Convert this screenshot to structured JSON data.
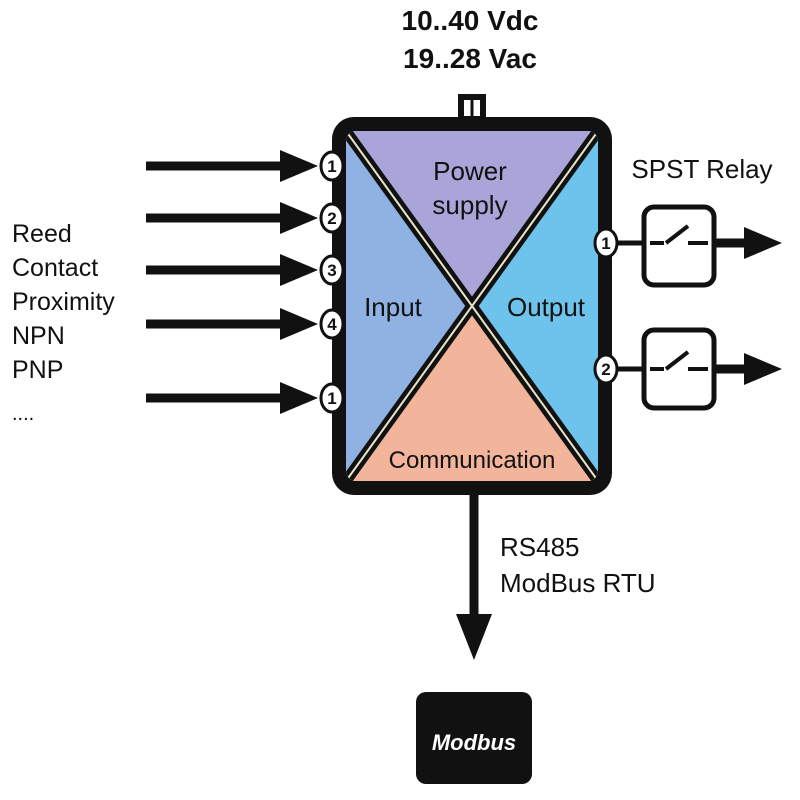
{
  "power": {
    "dc_range": "10..40 Vdc",
    "ac_range": "19..28 Vac"
  },
  "module": {
    "power_label_line1": "Power",
    "power_label_line2": "supply",
    "input_label": "Input",
    "output_label": "Output",
    "comm_label": "Communication"
  },
  "inputs": {
    "types": [
      "Reed",
      "Contact",
      "Proximity",
      "NPN",
      "PNP",
      "...."
    ],
    "pins": [
      "1",
      "2",
      "3",
      "4",
      "1"
    ]
  },
  "outputs": {
    "title": "SPST Relay",
    "pins": [
      "1",
      "2"
    ]
  },
  "communication": {
    "line1": "RS485",
    "line2": "ModBus RTU",
    "badge": "Modbus"
  },
  "colors": {
    "power": "#a9a5d8",
    "input": "#8fb2e2",
    "output": "#6ec3ec",
    "communication": "#f2b59b",
    "frame": "#111111"
  }
}
